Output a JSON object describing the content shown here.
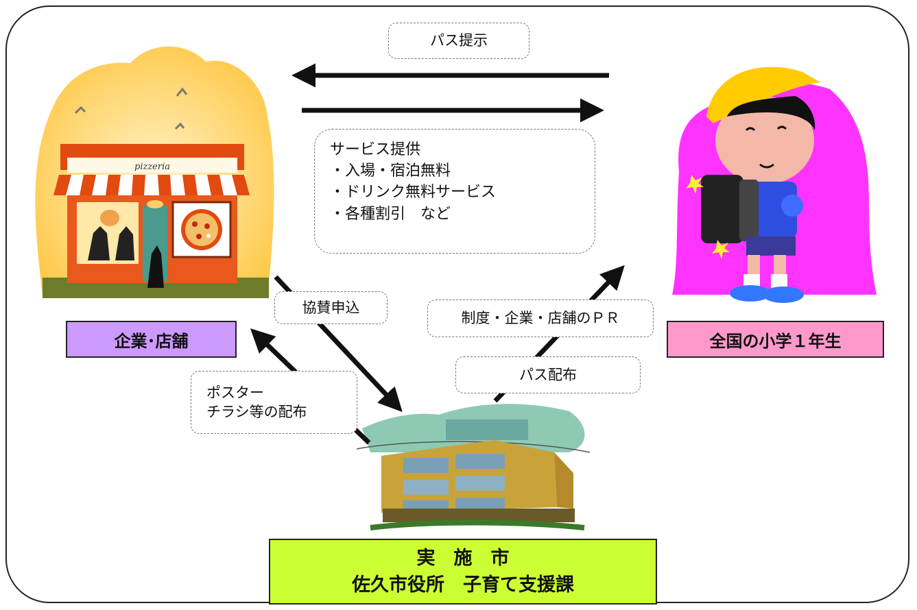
{
  "arrows": {
    "pass_present": "パス提示",
    "sponsor_apply": "協賛申込",
    "pr": "制度・企業・店舗のＰＲ",
    "pass_distribute": "パス配布",
    "poster_line1": "ポスター",
    "poster_line2": "チラシ等の配布"
  },
  "service": {
    "title": "サービス提供",
    "items": [
      "・入場・宿泊無料",
      "・ドリンク無料サービス",
      "・各種割引　など"
    ]
  },
  "labels": {
    "business": "企業･店舗",
    "students": "全国の小学１年生",
    "city_line1": "実　施　市",
    "city_line2": "佐久市役所　子育て支援課",
    "shop_sign": "pizzeria"
  },
  "colors": {
    "business_label": "#cc99ff",
    "students_label": "#ff99cc",
    "city_label": "#ccff33",
    "child_bg": "#ff33ff",
    "shop_bg": "#ffd46a"
  }
}
